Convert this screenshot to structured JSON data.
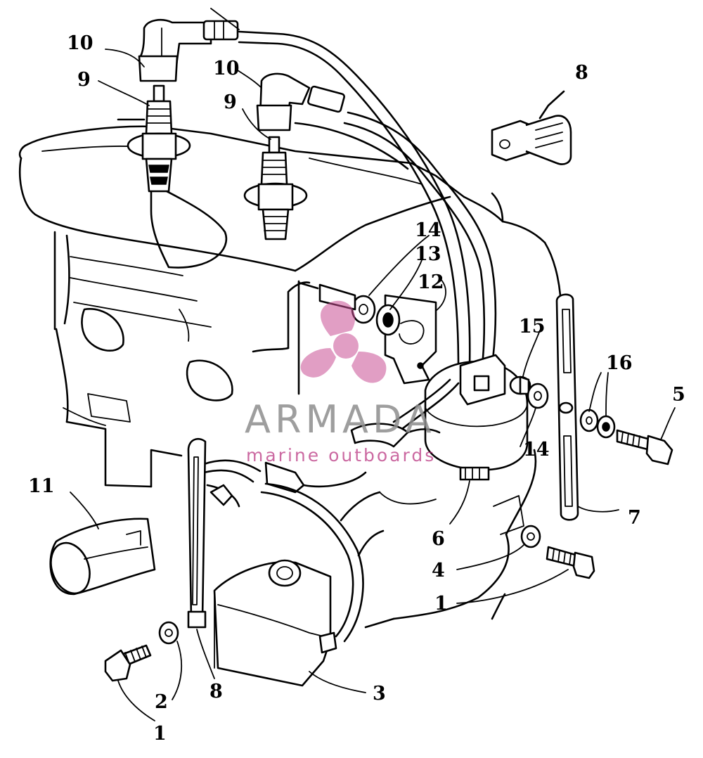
{
  "watermark": {
    "brand": "ARMADA",
    "tagline": "marine outboards",
    "brand_color": "#8e8e8e",
    "accent_color": "#c84f94"
  },
  "callouts": {
    "c10a": "10",
    "c9a": "9",
    "c10b": "10",
    "c9b": "9",
    "c8a": "8",
    "c14a": "14",
    "c13": "13",
    "c12": "12",
    "c15": "15",
    "c16": "16",
    "c5": "5",
    "c14b": "14",
    "c11": "11",
    "c7": "7",
    "c6": "6",
    "c4": "4",
    "c1a": "1",
    "c2": "2",
    "c8b": "8",
    "c3": "3",
    "c1b": "1"
  }
}
